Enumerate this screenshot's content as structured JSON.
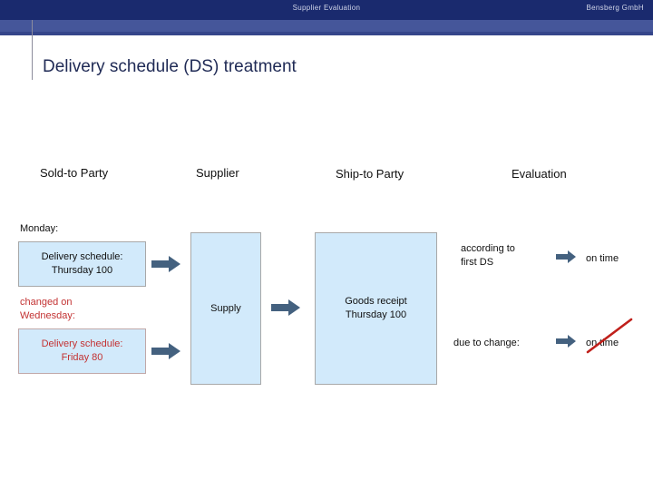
{
  "header": {
    "center_title": "Supplier Evaluation",
    "right_title": "Bensberg GmbH"
  },
  "title": "Delivery schedule (DS) treatment",
  "columns": [
    {
      "label": "Sold-to Party"
    },
    {
      "label": "Supplier"
    },
    {
      "label": "Ship-to Party"
    },
    {
      "label": "Evaluation"
    }
  ],
  "sold_to_party": {
    "monday_label": "Monday:",
    "box1_line1": "Delivery schedule:",
    "box1_line2": "Thursday 100",
    "changed_label_line1": "changed on",
    "changed_label_line2": "Wednesday:",
    "box2_line1": "Delivery schedule:",
    "box2_line2": "Friday 80"
  },
  "supplier": {
    "box_label": "Supply"
  },
  "ship_to_party": {
    "box_line1": "Goods receipt",
    "box_line2": "Thursday 100"
  },
  "evaluation": {
    "note1_line1": "according to",
    "note1_line2": "first DS",
    "result1": "on time",
    "note2": "due to change:",
    "result2": "on time"
  },
  "colors": {
    "bar_dark": "#1a2a6e",
    "bar_mid": "#45569a",
    "box_fill": "#d2eafb",
    "box_border": "#a8a8a8",
    "arrow": "#44617f",
    "red": "#c33232",
    "title": "#1f2a55"
  }
}
